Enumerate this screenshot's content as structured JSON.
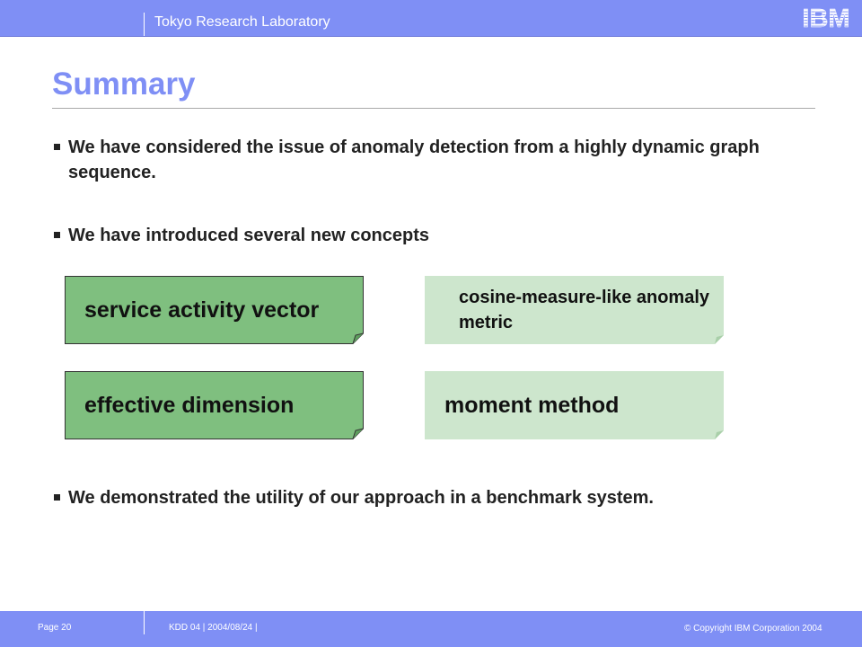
{
  "header": {
    "lab_name": "Tokyo Research Laboratory",
    "logo_text": "IBM"
  },
  "slide": {
    "title": "Summary",
    "bullets": [
      "We have considered the issue of anomaly detection from a highly dynamic graph sequence.",
      "We have introduced several new concepts",
      "We demonstrated the utility of our approach in a benchmark system."
    ],
    "concepts": [
      {
        "label": "service activity vector"
      },
      {
        "label": "cosine-measure-like anomaly metric"
      },
      {
        "label": "effective dimension"
      },
      {
        "label": "moment method"
      }
    ]
  },
  "colors": {
    "accent": "#7f8ff5",
    "box_dark": "#7fbf7f",
    "box_light": "#cde6cd"
  },
  "footer": {
    "page": "Page 20",
    "conference": "KDD 04 | 2004/08/24 |",
    "copyright": "© Copyright IBM Corporation 2004"
  }
}
